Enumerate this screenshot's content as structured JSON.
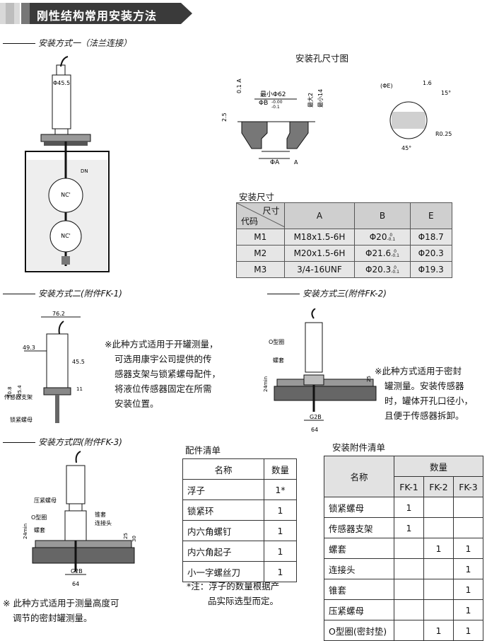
{
  "header": {
    "title": "刚性结构常用安装方法"
  },
  "method1": {
    "title": "安装方式一（法兰连接）",
    "labels": {
      "d": "Φ45.5",
      "dn": "DN",
      "nc1": "NC'",
      "nc2": "NC'"
    }
  },
  "hole": {
    "title": "安装孔尺寸图",
    "labels": {
      "flat": "0.1 A",
      "min62": "最小Φ62",
      "b": "ΦB",
      "tol1": "-0.00",
      "tol2": "-0.1",
      "max2": "最大2",
      "min14": "最小14",
      "d25": "2.5",
      "a": "ΦA",
      "ref": "A",
      "e": "(ΦE)",
      "r16": "1.6",
      "ang15": "15°",
      "r025": "R0.25",
      "ang45": "45°"
    }
  },
  "dimensions": {
    "title": "安装尺寸",
    "header": {
      "size": "尺寸",
      "code": "代码",
      "a": "A",
      "b": "B",
      "e": "E"
    },
    "rows": [
      {
        "code": "M1",
        "a": "M18x1.5-6H",
        "b": "Φ20",
        "b_sup": "0",
        "b_sub": "-0.1",
        "e": "Φ18.7"
      },
      {
        "code": "M2",
        "a": "M20x1.5-6H",
        "b": "Φ21.6",
        "b_sup": "0",
        "b_sub": "-0.1",
        "e": "Φ20.3"
      },
      {
        "code": "M3",
        "a": "3/4-16UNF",
        "b": "Φ20.3",
        "b_sup": "0",
        "b_sub": "-0.1",
        "e": "Φ19.3"
      }
    ]
  },
  "method2": {
    "title": "安装方式二(附件FK-1)",
    "labels": {
      "w762": "76.2",
      "d493": "49.3",
      "d455": "45.5",
      "d508": "50.8",
      "d254": "25.4",
      "d11": "11",
      "bracket": "传感器支架",
      "nut": "锁紧螺母"
    },
    "note": [
      "※此种方式适用于开罐测量，",
      "可选用康宇公司提供的传",
      "感器支架与锁紧螺母配件，",
      "将液位传感器固定在所需",
      "安装位置。"
    ]
  },
  "method3": {
    "title": "安装方式三(附件FK-2)",
    "labels": {
      "oring": "O型圈",
      "sleeve": "螺套",
      "d24": "24min",
      "d25": "25",
      "g2b": "G2B",
      "d64": "64"
    },
    "note": [
      "※此种方式适用于密封",
      "罐测量。安装传感器",
      "时，罐体开孔口径小，",
      "且便于传感器拆卸。"
    ]
  },
  "method4": {
    "title": "安装方式四(附件FK-3)",
    "labels": {
      "nut": "压紧螺母",
      "oring": "O型圈",
      "sleeve": "螺套",
      "cone": "锥套",
      "conn": "连接头",
      "d24": "24min",
      "d25": "25",
      "d30": "30",
      "g2b": "G2B",
      "d64": "64"
    },
    "note": [
      "※ 此种方式适用于测量高度可",
      "调节的密封罐测量。"
    ]
  },
  "parts": {
    "title": "配件清单",
    "header": {
      "name": "名称",
      "qty": "数量"
    },
    "rows": [
      {
        "name": "浮子",
        "qty": "1*"
      },
      {
        "name": "锁紧环",
        "qty": "1"
      },
      {
        "name": "内六角螺钉",
        "qty": "1"
      },
      {
        "name": "内六角起子",
        "qty": "1"
      },
      {
        "name": "小一字螺丝刀",
        "qty": "1"
      }
    ],
    "note": [
      "*注：浮子的数量根据产",
      "品实际选型而定。"
    ]
  },
  "accessories": {
    "title": "安装附件清单",
    "header": {
      "name": "名称",
      "qty": "数量",
      "fk1": "FK-1",
      "fk2": "FK-2",
      "fk3": "FK-3"
    },
    "rows": [
      {
        "name": "锁紧螺母",
        "fk1": "1",
        "fk2": "",
        "fk3": ""
      },
      {
        "name": "传感器支架",
        "fk1": "1",
        "fk2": "",
        "fk3": ""
      },
      {
        "name": "螺套",
        "fk1": "",
        "fk2": "1",
        "fk3": "1"
      },
      {
        "name": "连接头",
        "fk1": "",
        "fk2": "",
        "fk3": "1"
      },
      {
        "name": "锥套",
        "fk1": "",
        "fk2": "",
        "fk3": "1"
      },
      {
        "name": "压紧螺母",
        "fk1": "",
        "fk2": "",
        "fk3": "1"
      },
      {
        "name": "O型圈(密封垫)",
        "fk1": "",
        "fk2": "1",
        "fk3": "1"
      }
    ]
  }
}
